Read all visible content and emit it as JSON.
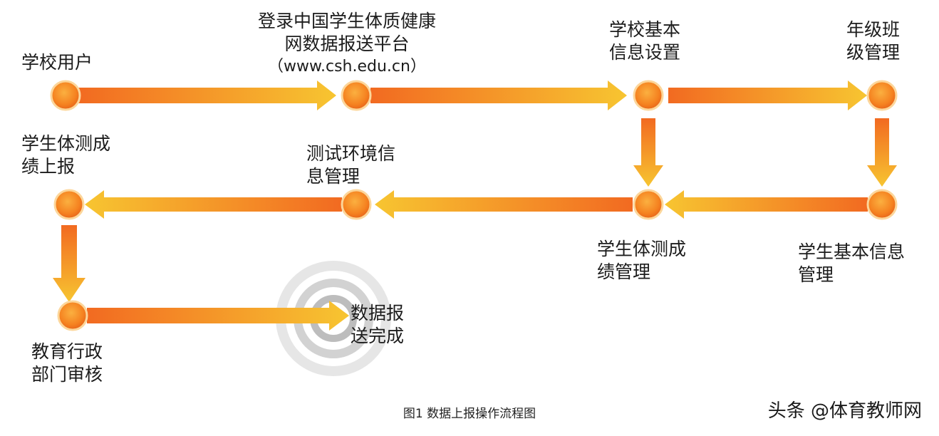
{
  "nodes": {
    "school_user": {
      "lines": [
        "学校用户"
      ]
    },
    "login_platform": {
      "lines": [
        "登录中国学生体质健康",
        "网数据报送平台",
        "（www.csh.edu.cn）"
      ]
    },
    "school_info": {
      "lines": [
        "学校基本",
        "信息设置"
      ]
    },
    "grade_class": {
      "lines": [
        "年级班",
        "级管理"
      ]
    },
    "student_info": {
      "lines": [
        "学生基本信息",
        "管理"
      ]
    },
    "score_manage": {
      "lines": [
        "学生体测成",
        "绩管理"
      ]
    },
    "test_env": {
      "lines": [
        "测试环境信",
        "息管理"
      ]
    },
    "score_upload": {
      "lines": [
        "学生体测成",
        "绩上报"
      ]
    },
    "admin_review": {
      "lines": [
        "教育行政",
        "部门审核"
      ]
    },
    "report_done": {
      "lines": [
        "数据报",
        "送完成"
      ]
    }
  },
  "caption": "图1  数据上报操作流程图",
  "watermark": "头条 @体育教师网",
  "colors": {
    "arrow_start": "#f26a21",
    "arrow_end": "#f7c531",
    "node_core": "#f58220",
    "node_ring": "#fbd28c",
    "target_ring": "#c8c8c8"
  }
}
